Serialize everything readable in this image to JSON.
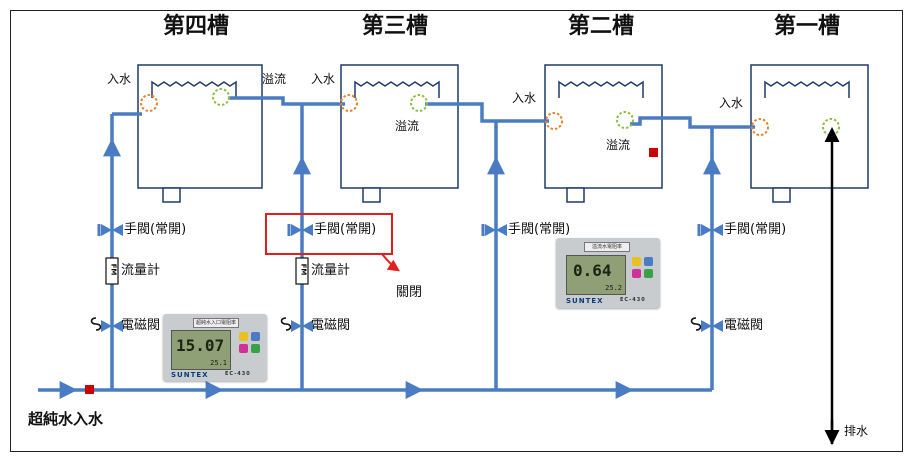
{
  "tanks": {
    "t4": "第四槽",
    "t3": "第三槽",
    "t2": "第二槽",
    "t1": "第一槽"
  },
  "labels": {
    "inlet": "入水",
    "overflow": "溢流",
    "hand_valve": "手閥(常開)",
    "flow_meter": "流量計",
    "solenoid_valve": "電磁閥",
    "closed": "關閉",
    "fm_tag": "FM",
    "pure_water_in": "超純水入水",
    "drain": "排水"
  },
  "meters": {
    "left": {
      "reading": "15.07",
      "sub": "25.1",
      "brand": "SUNTEX",
      "model": "EC-430",
      "title": "超純水入口電阻率"
    },
    "right": {
      "reading": "0.64",
      "sub": "25.2",
      "brand": "SUNTEX",
      "model": "EC-430",
      "title": "溢流水電阻率"
    }
  },
  "colors": {
    "pipe": "#4a7cc4",
    "tank_outline": "#1f3a6b",
    "inlet_port": "#e8822a",
    "outlet_port": "#8cbf3f",
    "highlight": "#e02020",
    "sensor": "#cc0000"
  }
}
